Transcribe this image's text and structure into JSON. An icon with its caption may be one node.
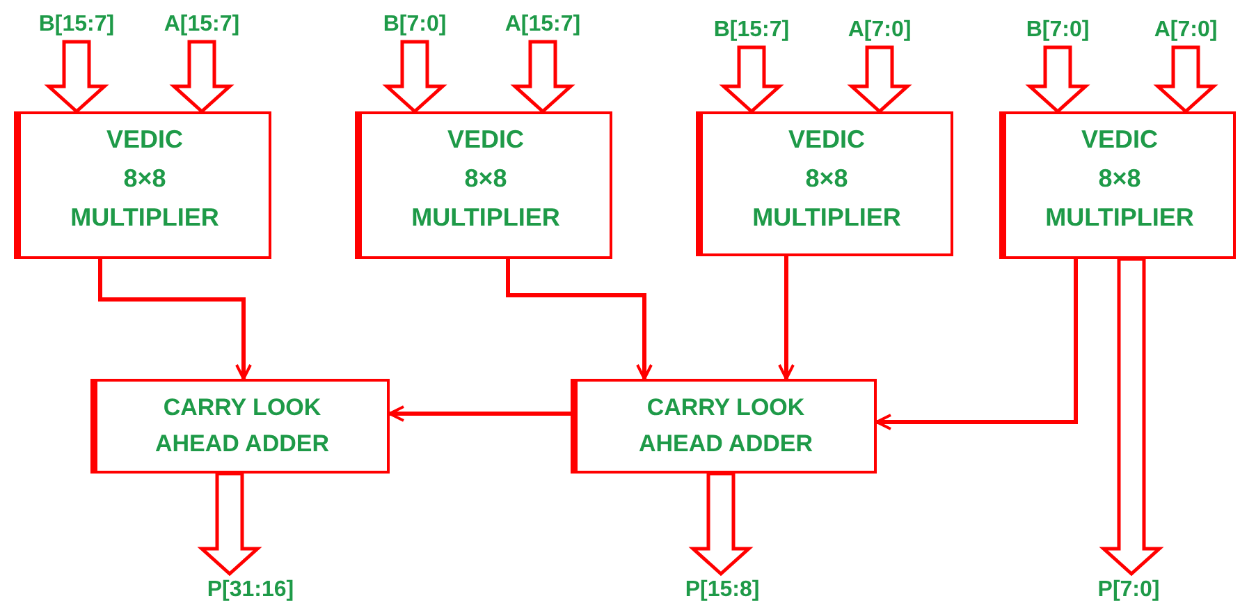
{
  "diagram": {
    "nodes": [
      {
        "text": [
          "B[15:7]"
        ]
      },
      {
        "text": [
          "A[15:7]"
        ]
      },
      {
        "text": [
          "B[7:0]"
        ]
      },
      {
        "text": [
          "A[15:7]"
        ]
      },
      {
        "text": [
          "B[15:7]"
        ]
      },
      {
        "text": [
          "A[7:0]"
        ]
      },
      {
        "text": [
          "B[7:0]"
        ]
      },
      {
        "text": [
          "A[7:0]"
        ]
      },
      {
        "text": [
          "VEDIC 8×8 MULTIPLIER"
        ]
      },
      {
        "text": [
          "VEDIC 8×8 MULTIPLIER"
        ]
      },
      {
        "text": [
          "VEDIC 8×8 MULTIPLIER"
        ]
      },
      {
        "text": [
          "VEDIC 8×8 MULTIPLIER"
        ]
      },
      {
        "text": [
          "CARRY LOOK AHEAD ADDER"
        ]
      },
      {
        "text": [
          "CARRY LOOK AHEAD ADDER"
        ]
      },
      {
        "text": [
          "P[31:16]"
        ]
      },
      {
        "text": [
          "P[15:8]"
        ]
      },
      {
        "text": [
          "P[7:0]"
        ]
      }
    ],
    "edges": [
      {
        "from": 0,
        "to": 8,
        "arrow": "to",
        "style": "thick"
      },
      {
        "from": 1,
        "to": 8,
        "arrow": "to",
        "style": "thick"
      },
      {
        "from": 2,
        "to": 9,
        "arrow": "to",
        "style": "thick"
      },
      {
        "from": 3,
        "to": 9,
        "arrow": "to",
        "style": "thick"
      },
      {
        "from": 4,
        "to": 10,
        "arrow": "to",
        "style": "thick"
      },
      {
        "from": 5,
        "to": 10,
        "arrow": "to",
        "style": "thick"
      },
      {
        "from": 6,
        "to": 11,
        "arrow": "to",
        "style": "thick"
      },
      {
        "from": 7,
        "to": 11,
        "arrow": "to",
        "style": "thick"
      },
      {
        "from": 8,
        "to": 12,
        "arrow": "to"
      },
      {
        "from": 9,
        "to": 13,
        "arrow": "to"
      },
      {
        "from": 10,
        "to": 13,
        "arrow": "to"
      },
      {
        "from": 11,
        "to": 13,
        "arrow": "to"
      },
      {
        "from": 13,
        "to": 12,
        "arrow": "to"
      },
      {
        "from": 12,
        "to": 14,
        "arrow": "to",
        "style": "thick"
      },
      {
        "from": 13,
        "to": 15,
        "arrow": "to",
        "style": "thick"
      },
      {
        "from": 11,
        "to": 16,
        "arrow": "to",
        "style": "thick"
      }
    ]
  }
}
